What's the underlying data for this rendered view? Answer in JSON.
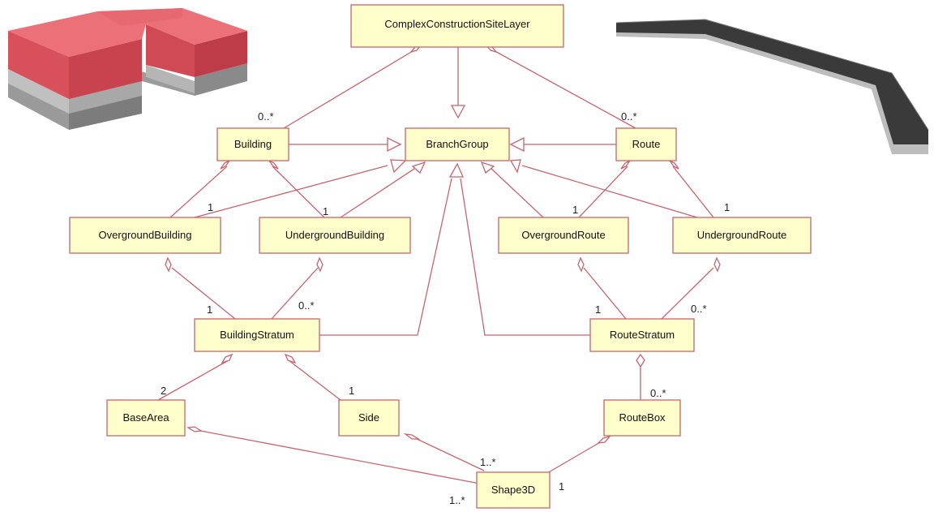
{
  "diagram": {
    "classes": {
      "complex": "ComplexConstructionSiteLayer",
      "building": "Building",
      "branch": "BranchGroup",
      "route": "Route",
      "overground_building": "OvergroundBuilding",
      "underground_building": "UndergroundBuilding",
      "overground_route": "OvergroundRoute",
      "underground_route": "UndergroundRoute",
      "building_stratum": "BuildingStratum",
      "route_stratum": "RouteStratum",
      "base_area": "BaseArea",
      "side": "Side",
      "route_box": "RouteBox",
      "shape3d": "Shape3D"
    },
    "multiplicities": {
      "building_0n": "0..*",
      "route_0n": "0..*",
      "overground_building_1": "1",
      "underground_building_1": "1",
      "overground_route_1": "1",
      "underground_route_1": "1",
      "building_stratum_1": "1",
      "building_stratum_0n": "0..*",
      "route_stratum_1": "1",
      "route_stratum_0n": "0..*",
      "base_area_2": "2",
      "side_1": "1",
      "route_box_0n": "0..*",
      "shape3d_1n_top": "1..*",
      "shape3d_1n_left": "1..*",
      "shape3d_1": "1"
    },
    "colors": {
      "class_fill": "#ffffcc",
      "line": "#c8646e",
      "block_red": "#e05a64",
      "road_dark": "#3a3a3a"
    }
  }
}
